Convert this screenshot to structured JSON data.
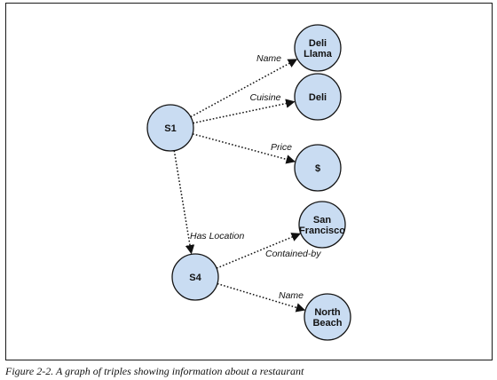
{
  "caption": "Figure 2-2. A graph of triples showing information about a restaurant",
  "colors": {
    "node_fill": "#c9dcf2",
    "node_stroke": "#151515",
    "edge": "#111111"
  },
  "nodes": [
    {
      "id": "s1",
      "lines": [
        "S1"
      ]
    },
    {
      "id": "deli-llama",
      "lines": [
        "Deli",
        "Llama"
      ]
    },
    {
      "id": "deli",
      "lines": [
        "Deli"
      ]
    },
    {
      "id": "price",
      "lines": [
        "$"
      ]
    },
    {
      "id": "s4",
      "lines": [
        "S4"
      ]
    },
    {
      "id": "san-francisco",
      "lines": [
        "San",
        "Francisco"
      ]
    },
    {
      "id": "north-beach",
      "lines": [
        "North",
        "Beach"
      ]
    }
  ],
  "edges": [
    {
      "from": "s1",
      "to": "deli-llama",
      "label": "Name"
    },
    {
      "from": "s1",
      "to": "deli",
      "label": "Cuisine"
    },
    {
      "from": "s1",
      "to": "price",
      "label": "Price"
    },
    {
      "from": "s1",
      "to": "s4",
      "label": "Has Location"
    },
    {
      "from": "s4",
      "to": "san-francisco",
      "label": "Contained-by"
    },
    {
      "from": "s4",
      "to": "north-beach",
      "label": "Name"
    }
  ]
}
